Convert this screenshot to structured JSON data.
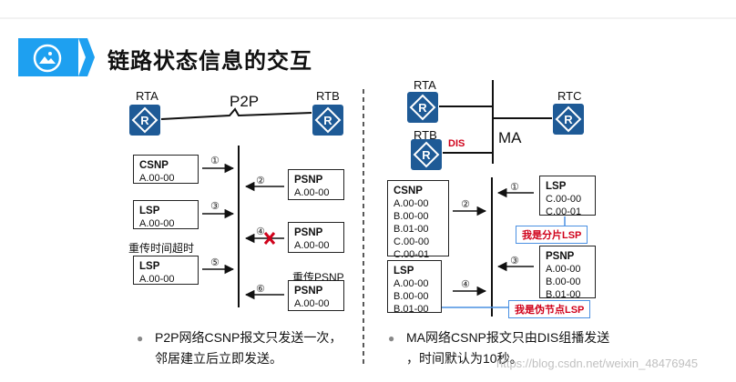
{
  "title": "链路状态信息的交互",
  "left": {
    "rta": "RTA",
    "rtb": "RTB",
    "link": "P2P",
    "csnp": {
      "label": "CSNP",
      "value": "A.00-00"
    },
    "lsp": {
      "label": "LSP",
      "value": "A.00-00"
    },
    "retransmit_timeout": "重传时间超时",
    "lsp2": {
      "label": "LSP",
      "value": "A.00-00"
    },
    "psnp1": {
      "label": "PSNP",
      "value": "A.00-00"
    },
    "psnp2": {
      "label": "PSNP",
      "value": "A.00-00"
    },
    "retransmit_psnp": "重传PSNP",
    "psnp3": {
      "label": "PSNP",
      "value": "A.00-00"
    },
    "steps": [
      "①",
      "②",
      "③",
      "④",
      "⑤",
      "⑥"
    ]
  },
  "right": {
    "rta": "RTA",
    "rtb": "RTB",
    "rtc": "RTC",
    "dis": "DIS",
    "ma": "MA",
    "csnp": {
      "label": "CSNP",
      "values": [
        "A.00-00",
        "B.00-00",
        "B.01-00",
        "C.00-00",
        "C.00-01"
      ]
    },
    "lsp_left": {
      "label": "LSP",
      "values": [
        "A.00-00",
        "B.00-00",
        "B.01-00"
      ]
    },
    "lsp_right": {
      "label": "LSP",
      "values": [
        "C.00-00",
        "C.00-01"
      ]
    },
    "psnp": {
      "label": "PSNP",
      "values": [
        "A.00-00",
        "B.00-00",
        "B.01-00"
      ]
    },
    "tag_fragment": "我是分片LSP",
    "tag_pseudo": "我是伪节点LSP",
    "steps": [
      "①",
      "②",
      "③",
      "④"
    ]
  },
  "bullets": {
    "left_line1": "P2P网络CSNP报文只发送一次，",
    "left_line2": "邻居建立后立即发送。",
    "right_line1": "MA网络CSNP报文只由DIS组播发送",
    "right_line2": "，时间默认为10秒。"
  },
  "watermark": "https://blog.csdn.net/weixin_48476945",
  "colors": {
    "router": "#1e5a96",
    "accent": "#1e90ff",
    "red": "#d0021b",
    "tagBorder": "#4a90e2"
  }
}
